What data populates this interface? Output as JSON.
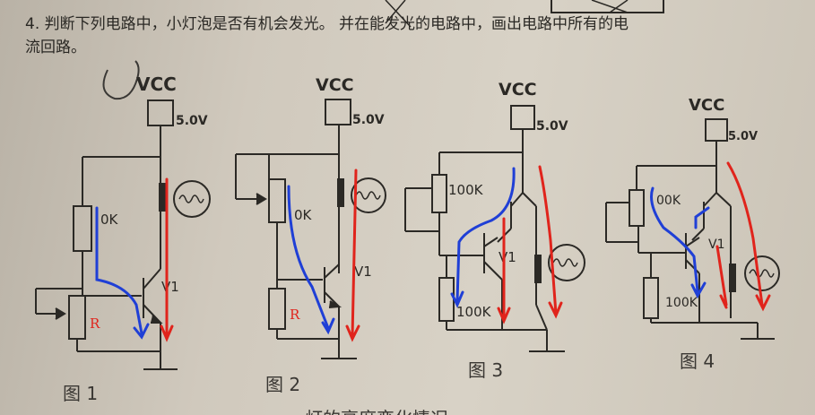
{
  "question": {
    "line1": "4. 判断下列电路中，小灯泡是否有机会发光。 并在能发光的电路中，画出电路中所有的电",
    "line2": "流回路。"
  },
  "circuits": [
    {
      "caption": "图 1",
      "vcc": "VCC",
      "supply": "5.0V",
      "resistor": "0K",
      "transistor": "V1",
      "pot": "R"
    },
    {
      "caption": "图 2",
      "vcc": "VCC",
      "supply": "5.0V",
      "resistor": "0K",
      "transistor": "V1",
      "pot": "R"
    },
    {
      "caption": "图 3",
      "vcc": "VCC",
      "supply": "5.0V",
      "resistor_top": "100K",
      "transistor": "V1",
      "resistor_bottom": "100K"
    },
    {
      "caption": "图 4",
      "vcc": "VCC",
      "supply": "5.0V",
      "resistor_top": "00K",
      "transistor": "V1",
      "resistor_bottom": "100K"
    }
  ],
  "bottom_fragment": "灯的亮度变化情况",
  "colors": {
    "ink": "#2b2925",
    "blue_pen": "#1f3fd6",
    "red_pen": "#e0241c"
  }
}
